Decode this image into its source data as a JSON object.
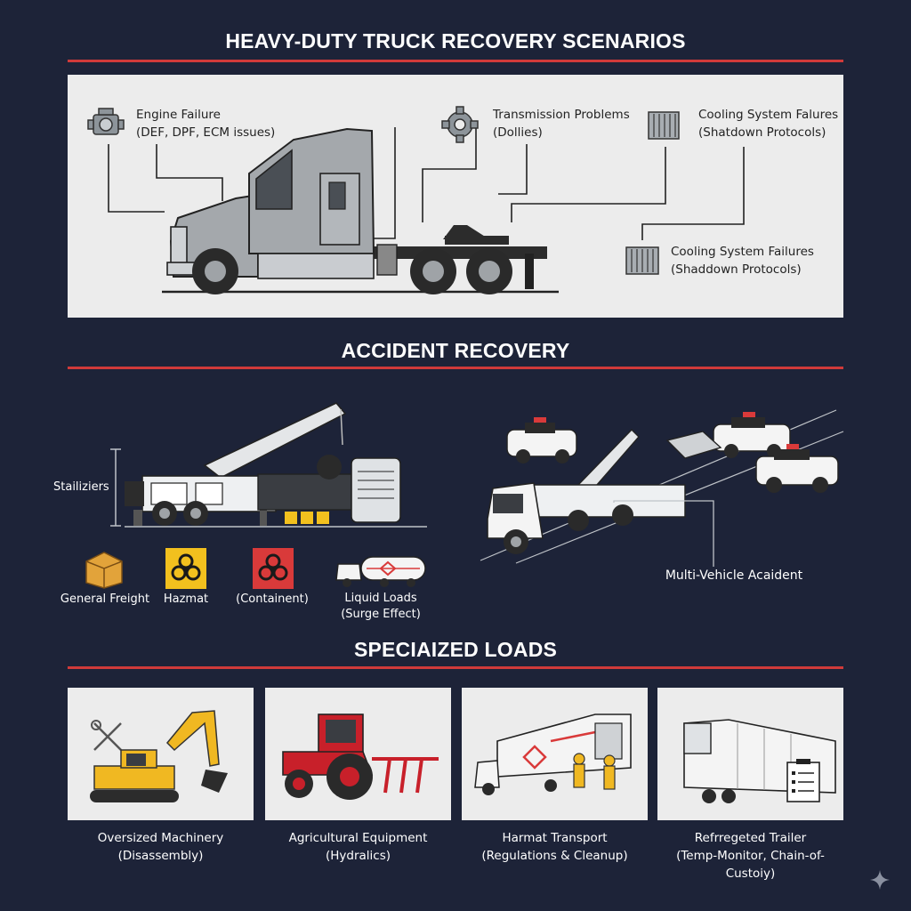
{
  "sections": {
    "scenarios_title": "HEAVY-DUTY TRUCK RECOVERY SCENARIOS",
    "accident_title": "ACCIDENT RECOVERY",
    "specialized_title": "SPECIAIZED LOADS"
  },
  "callouts": {
    "engine": {
      "title": "Engine Failure",
      "sub": "(DEF, DPF, ECM issues)",
      "icon": "engine-icon"
    },
    "transmission": {
      "title": "Transmission Problems",
      "sub": "(Dollies)",
      "icon": "gear-icon"
    },
    "cooling_top": {
      "title": "Cooling System Falures",
      "sub": "(Shatdown Protocols)",
      "icon": "radiator-icon"
    },
    "cooling_bottom": {
      "title": "Cooling System Failures",
      "sub": "(Shaddown Protocols)",
      "icon": "radiator-icon"
    }
  },
  "accident": {
    "stabilizers": "Stailiziers",
    "multi_vehicle": "Multi-Vehicle Acaident",
    "load_types": [
      {
        "label": "General Freight",
        "sub": "",
        "icon": "box-icon"
      },
      {
        "label": "Hazmat",
        "sub": "",
        "icon": "biohazard-icon"
      },
      {
        "label": "(Containent)",
        "sub": "",
        "icon": "biohazard-icon"
      },
      {
        "label": "Liquid Loads",
        "sub": "(Surge Effect)",
        "icon": "tanker-icon"
      }
    ]
  },
  "specialized": [
    {
      "title": "Oversized Machinery",
      "sub": "(Disassembly)",
      "icon": "excavator-icon"
    },
    {
      "title": "Agricultural Equipment",
      "sub": "(Hydralics)",
      "icon": "tractor-icon"
    },
    {
      "title": "Harmat Transport",
      "sub": "(Regulations & Cleanup)",
      "icon": "tanker-icon"
    },
    {
      "title": "Refrregeted Trailer",
      "sub": "(Temp-Monitor, Chain-of-Custoiy)",
      "icon": "reefer-trailer-icon"
    }
  ],
  "colors": {
    "background": "#1d2338",
    "accent": "#d03a3a",
    "panel": "#ececec",
    "hazmat_yellow": "#f2c01e",
    "hazmat_red": "#d93a3a",
    "tractor_red": "#c8202a",
    "excavator_yellow": "#f0b822"
  }
}
